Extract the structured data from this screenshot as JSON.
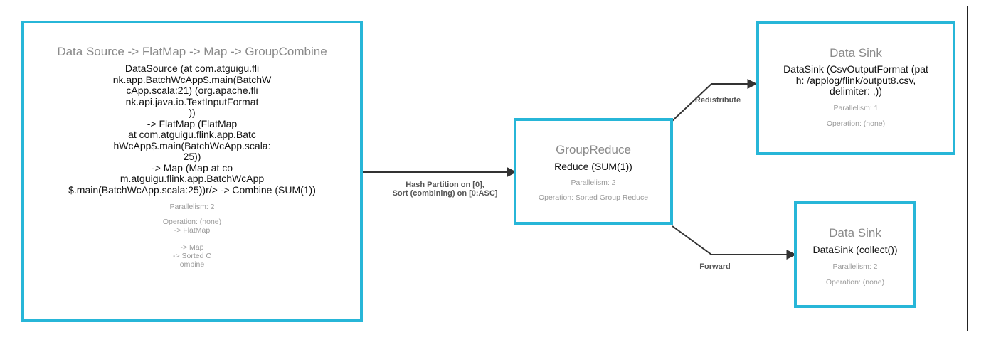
{
  "nodes": {
    "source": {
      "title": "Data Source -> FlatMap -> Map -> GroupCombine",
      "description": "DataSource (at com.atguigu.fli\nnk.app.BatchWcApp$.main(BatchW\ncApp.scala:21) (org.apache.fli\nnk.api.java.io.TextInputFormat\n))\n-> FlatMap (FlatMap\nat com.atguigu.flink.app.Batc\nhWcApp$.main(BatchWcApp.scala:\n25))\n-> Map (Map at co\nm.atguigu.flink.app.BatchWcApp\n$.main(BatchWcApp.scala:25))r/> -> Combine (SUM(1))",
      "parallelism": "Parallelism: 2",
      "operation": "Operation: (none)\n-> FlatMap\n\n-> Map\n-> Sorted C\nombine"
    },
    "reduce": {
      "title": "GroupReduce",
      "description": "Reduce (SUM(1))",
      "parallelism": "Parallelism: 2",
      "operation": "Operation: Sorted Group Reduce"
    },
    "sink_csv": {
      "title": "Data Sink",
      "description": "DataSink (CsvOutputFormat (pat\nh: /applog/flink/output8.csv,\ndelimiter: ,))",
      "parallelism": "Parallelism: 1",
      "operation": "Operation: (none)"
    },
    "sink_collect": {
      "title": "Data Sink",
      "description": "DataSink (collect())",
      "parallelism": "Parallelism: 2",
      "operation": "Operation: (none)"
    }
  },
  "edges": {
    "source_to_reduce": "Hash Partition on [0],\nSort (combining) on [0:ASC]",
    "reduce_to_csv": "Redistribute",
    "reduce_to_collect": "Forward"
  },
  "colors": {
    "node_border": "#27b6d8",
    "edge": "#333333"
  }
}
